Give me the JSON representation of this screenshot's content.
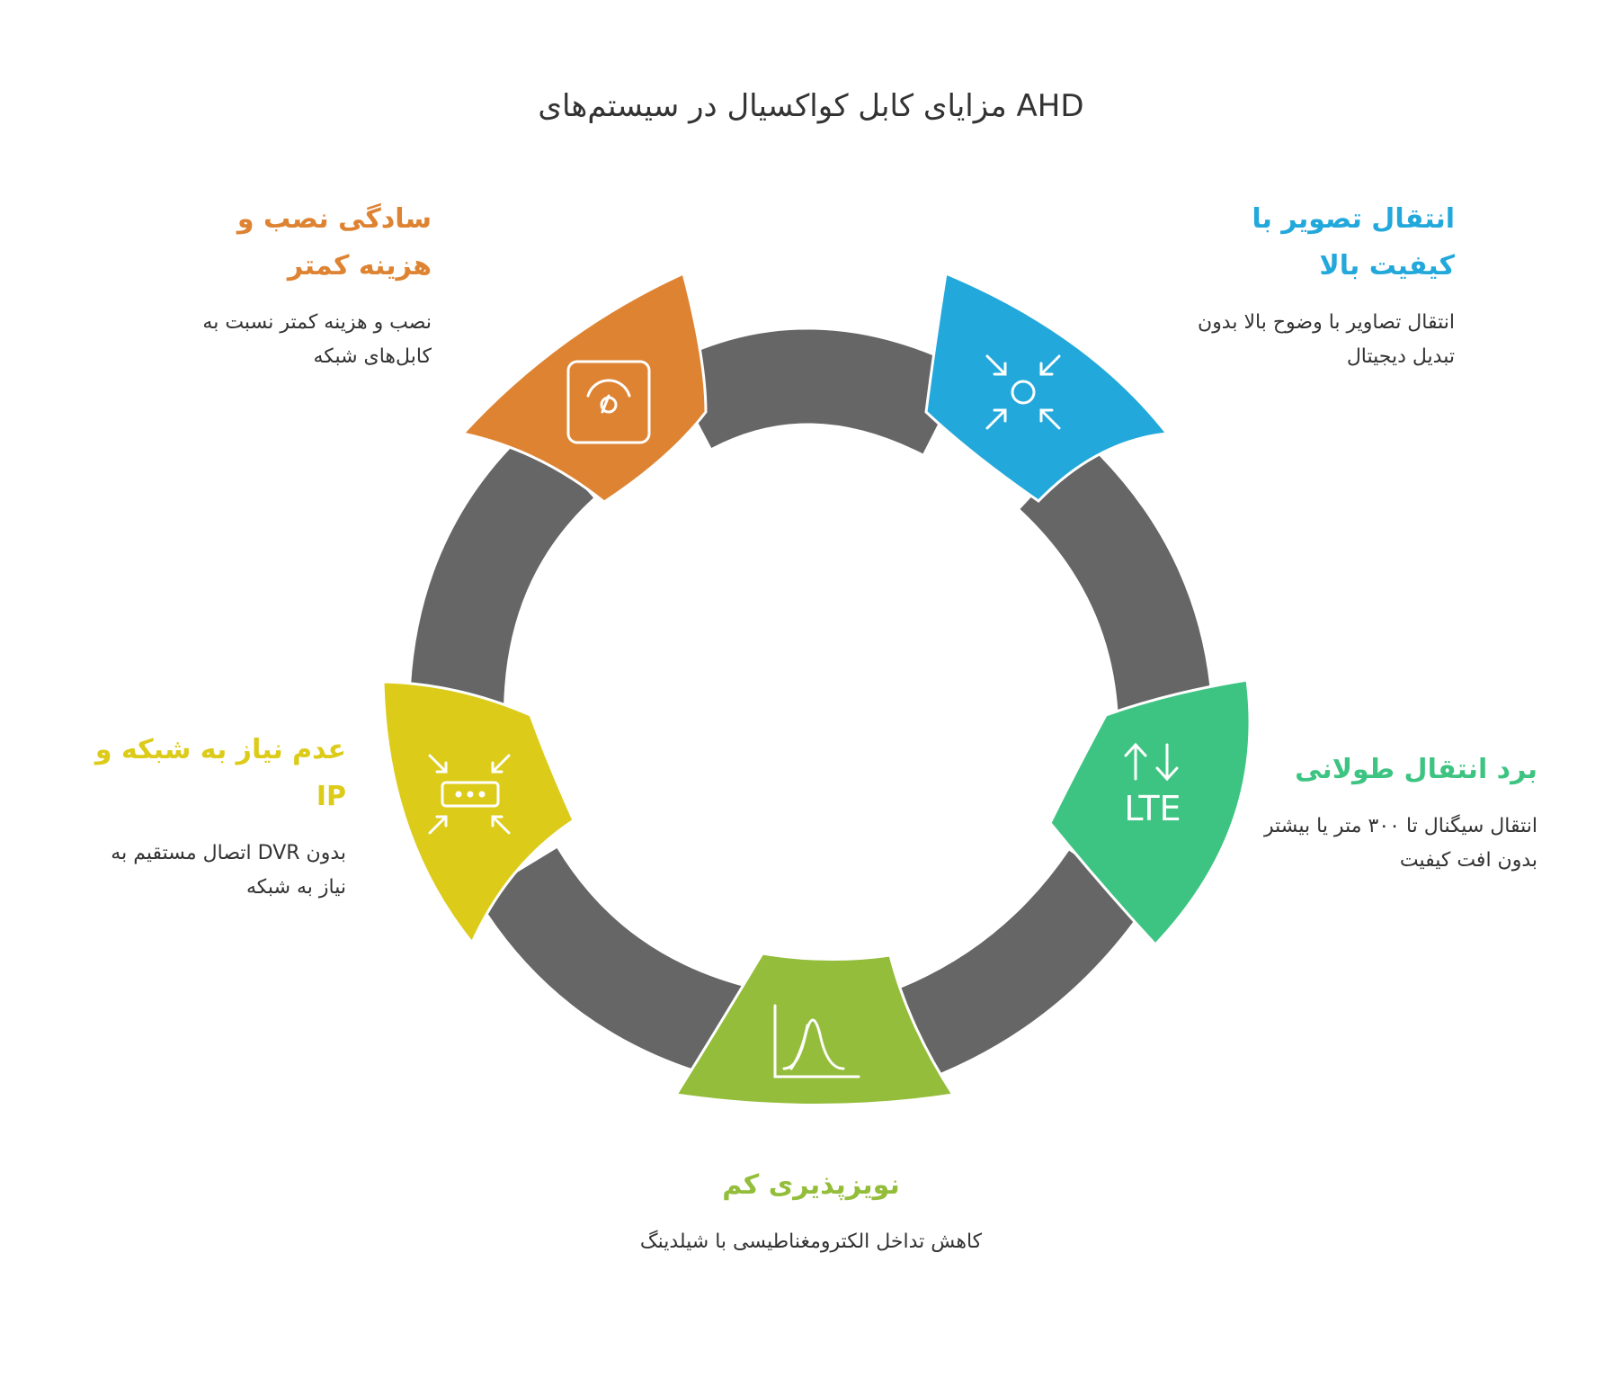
{
  "title": "AHD مزایای کابل کواکسیال در سیستم‌های",
  "colors": {
    "ring": "#666666",
    "orange": "#de8332",
    "blue": "#22a8db",
    "green": "#3ec482",
    "lime": "#93bd3a",
    "yellow": "#dccb19"
  },
  "features": [
    {
      "id": "orange",
      "icon": "scale-gauge-icon",
      "title": "سادگی نصب و هزینه کمتر",
      "description": "نصب و هزینه کمتر نسبت به کابل‌های شبکه"
    },
    {
      "id": "blue",
      "icon": "focus-arrows-icon",
      "title": "انتقال تصویر با کیفیت بالا",
      "description": "انتقال تصاویر با وضوح بالا بدون تبدیل دیجیتال"
    },
    {
      "id": "green",
      "icon": "lte-signal-icon",
      "icon_text": "LTE",
      "title": "برد انتقال طولانی",
      "description": "انتقال سیگنال تا ۳۰۰ متر یا بیشتر بدون افت کیفیت"
    },
    {
      "id": "lime",
      "icon": "bell-curve-chart-icon",
      "title": "نویزپذیری کم",
      "description": "کاهش تداخل الکترومغناطیسی با شیلدینگ"
    },
    {
      "id": "yellow",
      "icon": "device-compress-icon",
      "title": "عدم نیاز به شبکه و IP",
      "description": "بدون DVR اتصال مستقیم به نیاز به شبکه"
    }
  ]
}
